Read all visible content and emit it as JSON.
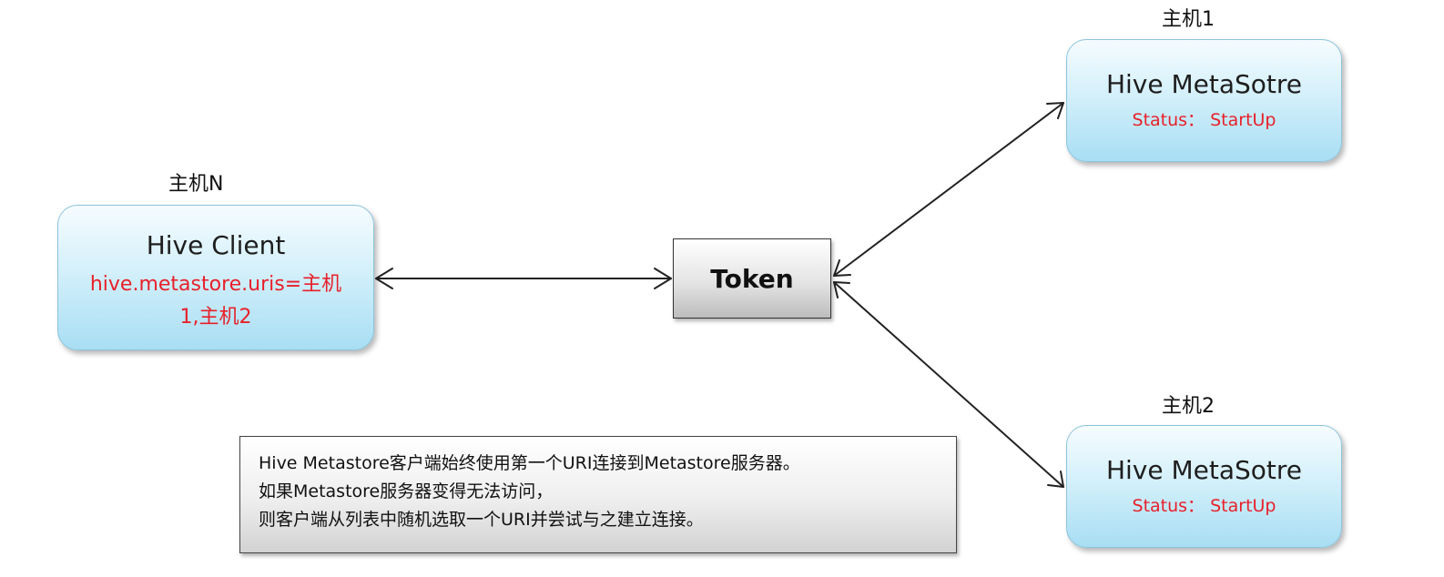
{
  "client": {
    "host_label": "主机N",
    "title": "Hive Client",
    "config_line1": "hive.metastore.uris=主机",
    "config_line2": "1,主机2"
  },
  "token": {
    "label": "Token"
  },
  "metastore1": {
    "host_label": "主机1",
    "title": "Hive MetaSotre",
    "status": "Status： StartUp"
  },
  "metastore2": {
    "host_label": "主机2",
    "title": "Hive MetaSotre",
    "status": "Status： StartUp"
  },
  "note": {
    "lines": [
      "Hive Metastore客户端始终使用第一个URI连接到Metastore服务器。",
      "如果Metastore服务器变得无法访问，",
      "则客户端从列表中随机选取一个URI并尝试与之建立连接。"
    ]
  },
  "colors": {
    "node_fill": "#bfe8f7",
    "status_text": "#e8202a",
    "token_fill": "#d9d9d9"
  }
}
